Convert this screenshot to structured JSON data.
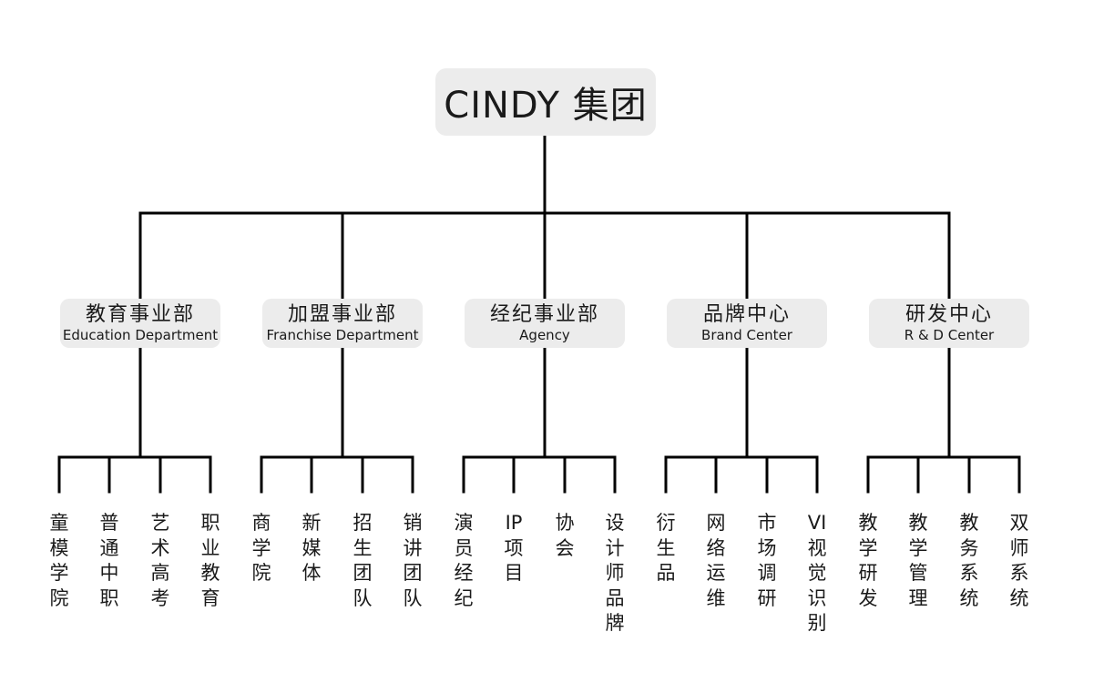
{
  "root": {
    "label": "CINDY 集团"
  },
  "departments": [
    {
      "name": "教育事业部",
      "english": "Education Department",
      "children": [
        "童模学院",
        "普通中职",
        "艺术高考",
        "职业教育"
      ]
    },
    {
      "name": "加盟事业部",
      "english": "Franchise Department",
      "children": [
        "商学院",
        "新媒体",
        "招生团队",
        "销讲团队"
      ]
    },
    {
      "name": "经纪事业部",
      "english": "Agency",
      "children": [
        "演员经纪",
        "IP项目",
        "协会",
        "设计师品牌"
      ]
    },
    {
      "name": "品牌中心",
      "english": "Brand Center",
      "children": [
        "衍生品",
        "网络运维",
        "市场调研",
        "VI视觉识别"
      ]
    },
    {
      "name": "研发中心",
      "english": "R & D Center",
      "children": [
        "教学研发",
        "教学管理",
        "教务系统",
        "双师系统"
      ]
    }
  ],
  "colors": {
    "box_fill": "#ececec",
    "line": "#000000",
    "text": "#1a1a1a"
  }
}
